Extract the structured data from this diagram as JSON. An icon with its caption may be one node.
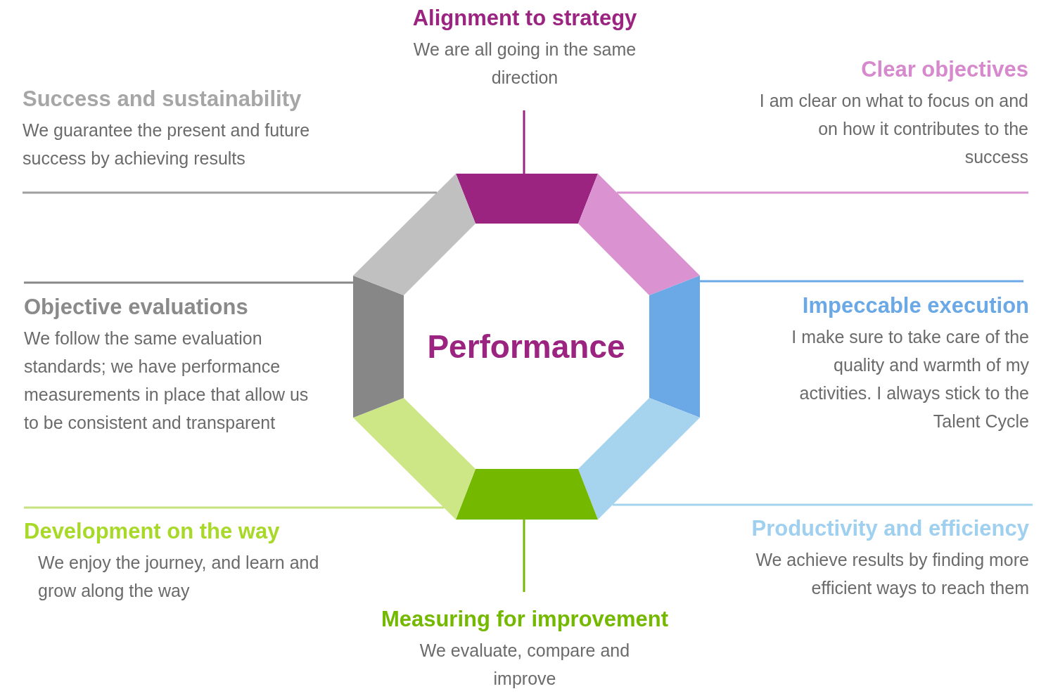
{
  "diagram": {
    "nodes": [
      {
        "text": [
          "Alignment to strategy",
          "We are all going in the same direction"
        ]
      },
      {
        "text": [
          "Clear objectives",
          "I am clear on what to focus on and on how it contributes to the success"
        ]
      },
      {
        "text": [
          "Success and sustainability",
          "We guarantee the present and future success by achieving results"
        ]
      },
      {
        "text": [
          "Objective evaluations",
          "We follow the same evaluation standards; we have performance measurements in place that allow us to be consistent and transparent"
        ]
      },
      {
        "text": [
          "Impeccable execution",
          "I make sure to take care of the quality and warmth of my activities. I always stick to the Talent Cycle"
        ]
      },
      {
        "text": [
          "Development on the way",
          "We enjoy the journey, and learn and grow along the way"
        ]
      },
      {
        "text": [
          "Productivity and efficiency",
          "We achieve results by finding more efficient ways to reach them"
        ]
      },
      {
        "text": [
          "Measuring for improvement",
          "We evaluate, compare and improve"
        ]
      },
      {
        "text": [],
        "shape": "trapezoid"
      },
      {
        "text": [],
        "shape": "trapezoid"
      },
      {
        "text": [],
        "shape": "trapezoid"
      },
      {
        "text": [],
        "shape": "trapezoid"
      },
      {
        "text": [],
        "shape": "trapezoid"
      },
      {
        "text": [],
        "shape": "trapezoid"
      },
      {
        "text": [],
        "shape": "trapezoid"
      },
      {
        "text": [],
        "shape": "trapezoid"
      }
    ],
    "edges": [
      {
        "from": 0,
        "to": 8,
        "arrow": "none",
        "color": "#9b2481"
      },
      {
        "from": 1,
        "to": 9,
        "arrow": "none",
        "color": "#da92d0"
      },
      {
        "from": 2,
        "to": 15,
        "arrow": "none",
        "color": "#a0a0a0"
      },
      {
        "from": 3,
        "to": 14,
        "arrow": "none",
        "color": "#888888"
      },
      {
        "from": 4,
        "to": 10,
        "arrow": "none",
        "color": "#6aa8e6"
      },
      {
        "from": 5,
        "to": 13,
        "arrow": "none",
        "color": "#c6e27e"
      },
      {
        "from": 6,
        "to": 11,
        "arrow": "none",
        "color": "#a6d3ee"
      },
      {
        "from": 7,
        "to": 12,
        "arrow": "none",
        "color": "#74b800"
      }
    ],
    "labels": [
      "Performance"
    ]
  }
}
